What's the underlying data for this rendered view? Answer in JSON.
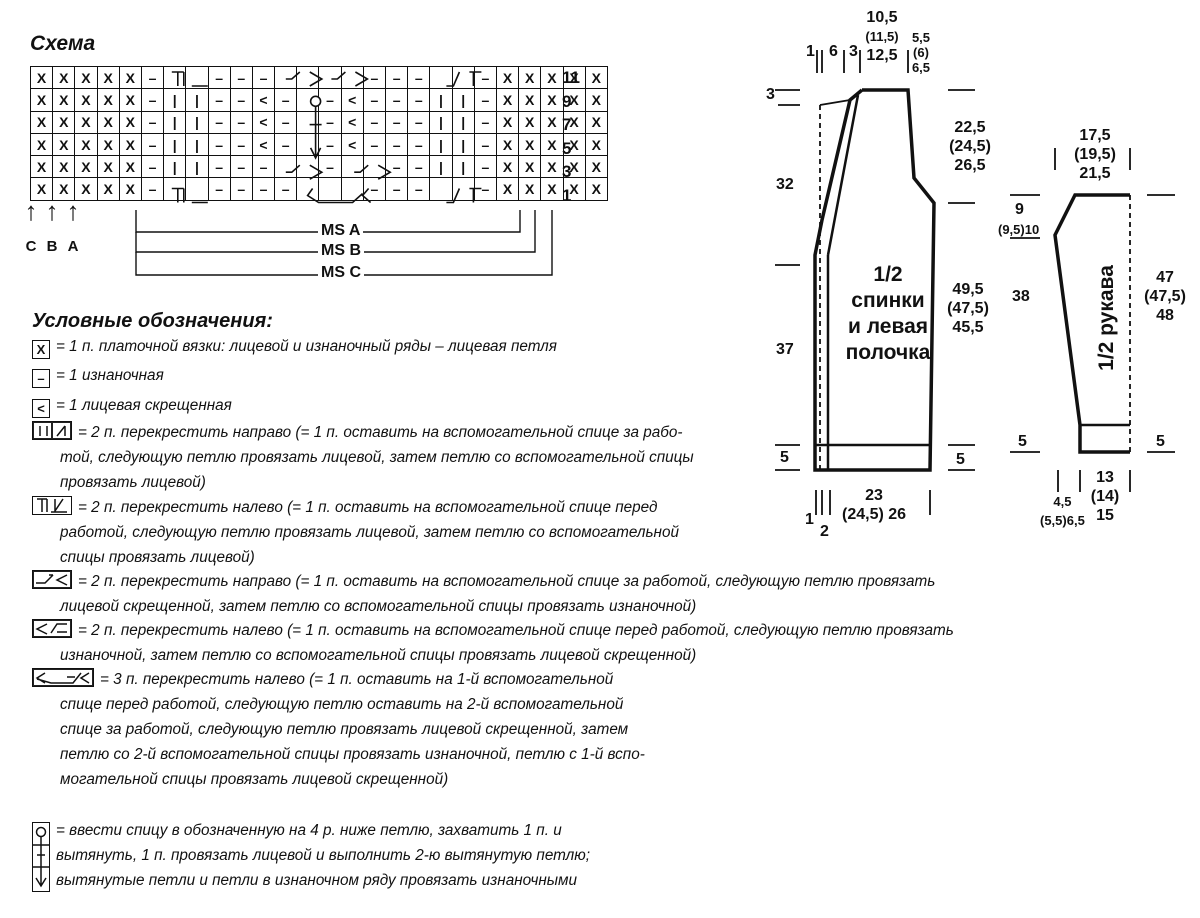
{
  "schema_title": "Схема",
  "chart": {
    "rows": [
      [
        "X",
        "X",
        "X",
        "X",
        "X",
        "–",
        "tcross-l",
        "",
        "–",
        "–",
        "–",
        "k-r",
        "",
        "k-l",
        "",
        "–",
        "–",
        "–",
        "tcross-r",
        "",
        "–",
        "X",
        "X",
        "X",
        "X",
        "X"
      ],
      [
        "X",
        "X",
        "X",
        "X",
        "X",
        "–",
        "ts-l",
        "ts-r",
        "–",
        "–",
        "<",
        "–",
        "circ",
        "–",
        "<",
        "–",
        "–",
        "–",
        "ts-l",
        "ts-r",
        "–",
        "X",
        "X",
        "X",
        "X",
        "X"
      ],
      [
        "X",
        "X",
        "X",
        "X",
        "X",
        "–",
        "ts-l",
        "ts-r",
        "–",
        "–",
        "<",
        "–",
        "line",
        "–",
        "<",
        "–",
        "–",
        "–",
        "ts-l",
        "ts-r",
        "–",
        "X",
        "X",
        "X",
        "X",
        "X"
      ],
      [
        "X",
        "X",
        "X",
        "X",
        "X",
        "–",
        "ts-l",
        "ts-r",
        "–",
        "–",
        "<",
        "–",
        "arrow",
        "–",
        "<",
        "–",
        "–",
        "–",
        "ts-l",
        "ts-r",
        "–",
        "X",
        "X",
        "X",
        "X",
        "X"
      ],
      [
        "X",
        "X",
        "X",
        "X",
        "X",
        "–",
        "ts-l",
        "ts-r",
        "–",
        "–",
        "–",
        "k-l",
        "",
        "–",
        "k-r",
        "",
        "–",
        "–",
        "ts-l",
        "ts-r",
        "–",
        "X",
        "X",
        "X",
        "X",
        "X"
      ],
      [
        "X",
        "X",
        "X",
        "X",
        "X",
        "–",
        "tcross-l",
        "",
        "–",
        "–",
        "–",
        "–",
        "k3",
        "",
        "",
        "–",
        "–",
        "–",
        "tcross-r",
        "",
        "–",
        "X",
        "X",
        "X",
        "X",
        "X"
      ]
    ],
    "row_numbers": [
      "11",
      "9",
      "7",
      "5",
      "3",
      "1"
    ],
    "ms_labels": [
      "MS A",
      "MS B",
      "MS C"
    ],
    "stitch_arrows": [
      "C",
      "B",
      "A"
    ]
  },
  "legend": {
    "title": "Условные обозначения:",
    "items": [
      {
        "symbol": "X",
        "lines": [
          "= 1 п. платочной вязки: лицевой и изнаночный ряды – лицевая петля"
        ]
      },
      {
        "symbol": "–",
        "lines": [
          "= 1 изнаночная"
        ]
      },
      {
        "symbol": "<",
        "lines": [
          "= 1 лицевая скрещенная"
        ]
      },
      {
        "symbol": "cross-right-2",
        "lines": [
          "= 2 п. перекрестить направо (= 1 п. оставить на вспомогательной спице за рабо-",
          "той, следующую петлю провязать лицевой, затем петлю со вспомогательной спицы",
          "провязать лицевой)"
        ]
      },
      {
        "symbol": "cross-left-2",
        "lines": [
          "= 2 п. перекрестить налево (= 1 п. оставить на вспомогательной спице перед",
          "работой, следующую петлю провязать лицевой, затем петлю со вспомогательной",
          "спицы провязать лицевой)"
        ]
      },
      {
        "symbol": "cross-right-2-twisted",
        "lines": [
          "= 2 п. перекрестить направо (= 1 п. оставить на вспомогательной спице за работой, следующую петлю провязать",
          "лицевой скрещенной, затем петлю со вспомогательной спицы провязать изнаночной)"
        ]
      },
      {
        "symbol": "cross-left-2-twisted",
        "lines": [
          "= 2 п. перекрестить налево (= 1 п. оставить на вспомогательной спице перед работой, следующую петлю провязать",
          "изнаночной, затем петлю со вспомогательной спицы провязать лицевой скрещенной)"
        ]
      },
      {
        "symbol": "cross-left-3",
        "lines": [
          "= 3 п. перекрестить налево (= 1 п. оставить на 1-й вспомогательной",
          "спице перед работой, следующую петлю оставить на 2-й вспомогательной",
          "спице за работой, следующую петлю провязать лицевой скрещенной, затем",
          "петлю со 2-й вспомогательной спицы провязать изнаночной, петлю с 1-й вспо-",
          "могательной спицы провязать лицевой скрещенной)"
        ]
      },
      {
        "symbol": "pulled-loop",
        "lines": [
          "= ввести спицу в обозначенную на 4 р. ниже петлю, захватить 1 п. и",
          "вытянуть, 1 п. провязать лицевой и выполнить 2-ю вытянутую петлю;",
          "вытянутые петли и петли в изнаночном ряду провязать изнаночными"
        ]
      }
    ]
  },
  "pattern": {
    "back_label": [
      "1/2",
      "спинки",
      "и левая",
      "полочка"
    ],
    "sleeve_label": "1/2 рукава",
    "back_dims": {
      "top_a": "1",
      "top_b": "6",
      "top_c": "3",
      "neck": [
        "10,5",
        "(11,5)",
        "12,5"
      ],
      "shoulder": [
        "5,5",
        "(6)",
        "6,5"
      ],
      "left_3": "3",
      "left_32": "32",
      "left_37": "37",
      "left_5": "5",
      "armhole": [
        "22,5",
        "(24,5)",
        "26,5"
      ],
      "side": [
        "49,5",
        "(47,5)",
        "45,5"
      ],
      "right_5": "5",
      "bottom_1": "1",
      "bottom_2": "2",
      "width": [
        "23",
        "(24,5)",
        "26"
      ]
    },
    "sleeve_dims": {
      "top": [
        "17,5",
        "(19,5)",
        "21,5"
      ],
      "cap": [
        "9",
        "(9,5)",
        "10"
      ],
      "left_38": "38",
      "left_5": "5",
      "length": [
        "47",
        "(47,5)",
        "48"
      ],
      "right_5": "5",
      "cuff": [
        "13",
        "(14)",
        "15"
      ],
      "cuff_side": [
        "4,5",
        "(5,5)",
        "6,5"
      ]
    }
  }
}
